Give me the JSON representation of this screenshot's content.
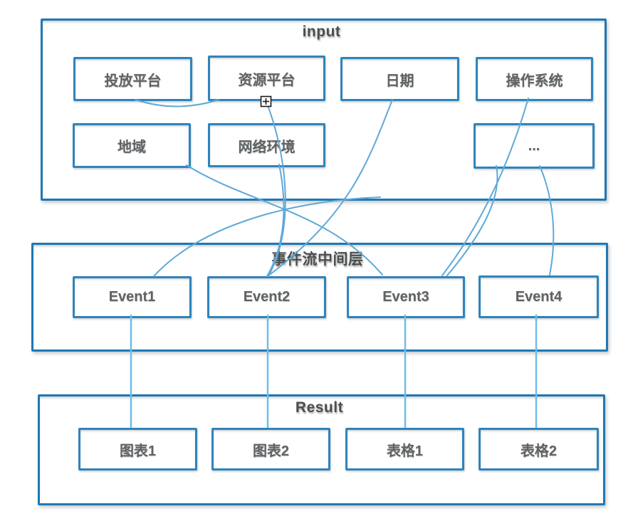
{
  "diagram": {
    "layers": [
      {
        "title": "input",
        "boxes": [
          {
            "label": "投放平台"
          },
          {
            "label": "资源平台"
          },
          {
            "label": "日期"
          },
          {
            "label": "操作系统"
          },
          {
            "label": "地域"
          },
          {
            "label": "网络环境"
          },
          {
            "label": "..."
          }
        ]
      },
      {
        "title": "事件流中间层",
        "boxes": [
          {
            "label": "Event1"
          },
          {
            "label": "Event2"
          },
          {
            "label": "Event3"
          },
          {
            "label": "Event4"
          }
        ]
      },
      {
        "title": "Result",
        "boxes": [
          {
            "label": "图表1"
          },
          {
            "label": "图表2"
          },
          {
            "label": "表格1"
          },
          {
            "label": "表格2"
          }
        ]
      }
    ],
    "connections": [
      {
        "from": "投放平台",
        "to": "资源平台"
      },
      {
        "from": "input",
        "to": "Event1"
      },
      {
        "from": "日期",
        "to": "Event2"
      },
      {
        "from": "资源平台",
        "to": "Event2"
      },
      {
        "from": "网络环境",
        "to": "Event2"
      },
      {
        "from": "地域",
        "to": "Event3"
      },
      {
        "from": "操作系统",
        "to": "Event3"
      },
      {
        "from": "...",
        "to": "Event3"
      },
      {
        "from": "...",
        "to": "Event4"
      },
      {
        "from": "Event1",
        "to": "图表1"
      },
      {
        "from": "Event2",
        "to": "图表2"
      },
      {
        "from": "Event3",
        "to": "表格1"
      },
      {
        "from": "Event4",
        "to": "表格2"
      }
    ],
    "icons": {
      "cursor": "plus-box-crosshair-icon"
    },
    "colors": {
      "container_border": "#1e78b5",
      "box_border": "#2e84bd",
      "connector": "#5ea9d9",
      "event_result_line": "#6fbcec",
      "label_text": "#5f6365",
      "title_text": "#4b4e50",
      "background": "#ffffff"
    }
  }
}
